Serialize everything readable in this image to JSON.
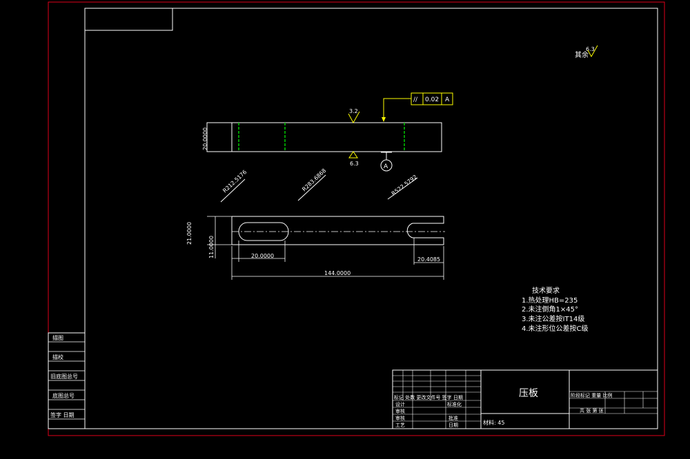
{
  "colors": {
    "background": "#000000",
    "frame": "#e0001a",
    "line": "#ffffff",
    "green": "#00c800",
    "leader": "#ffff00"
  },
  "drawing": {
    "title": "压板",
    "material": "材料: 45",
    "roughness_other_value": "6.3",
    "roughness_other_label": "其余",
    "roughness_top": "3.2",
    "roughness_bottom": "6.3",
    "tolerance": {
      "symbol": "//",
      "value": "0.02",
      "datum": "A"
    },
    "datum_label": "A",
    "dimensions": {
      "thickness_front": "20.0000",
      "hole1": "R212.5176",
      "hole2": "R283.6868",
      "hole3": "R522.5792",
      "height_21": "21.0000",
      "height_11": "11.0000",
      "slot_length": "20.0000",
      "slot_end": "20.4085",
      "total_length": "144.0000"
    },
    "tech_title": "技术要求",
    "tech_lines": [
      "1.热处理HB=235",
      "2.未注倒角1×45°",
      "3.未注公差按IT14级",
      "4.未注形位公差按C级"
    ],
    "side_table": [
      "描图",
      "描校",
      "旧底图总号",
      "底图总号",
      "签字 日期"
    ],
    "title_block_cells": {
      "revision_header": "标记 处数 更改文件号 签字 日期",
      "design": "设计",
      "check": "审核",
      "approve": "审核",
      "standard": "标准化",
      "craft": "工艺",
      "date": "日期",
      "approval": "批准",
      "stage_header": "阶段标记 重量 比例",
      "sheet": "共 张 第 张"
    }
  }
}
